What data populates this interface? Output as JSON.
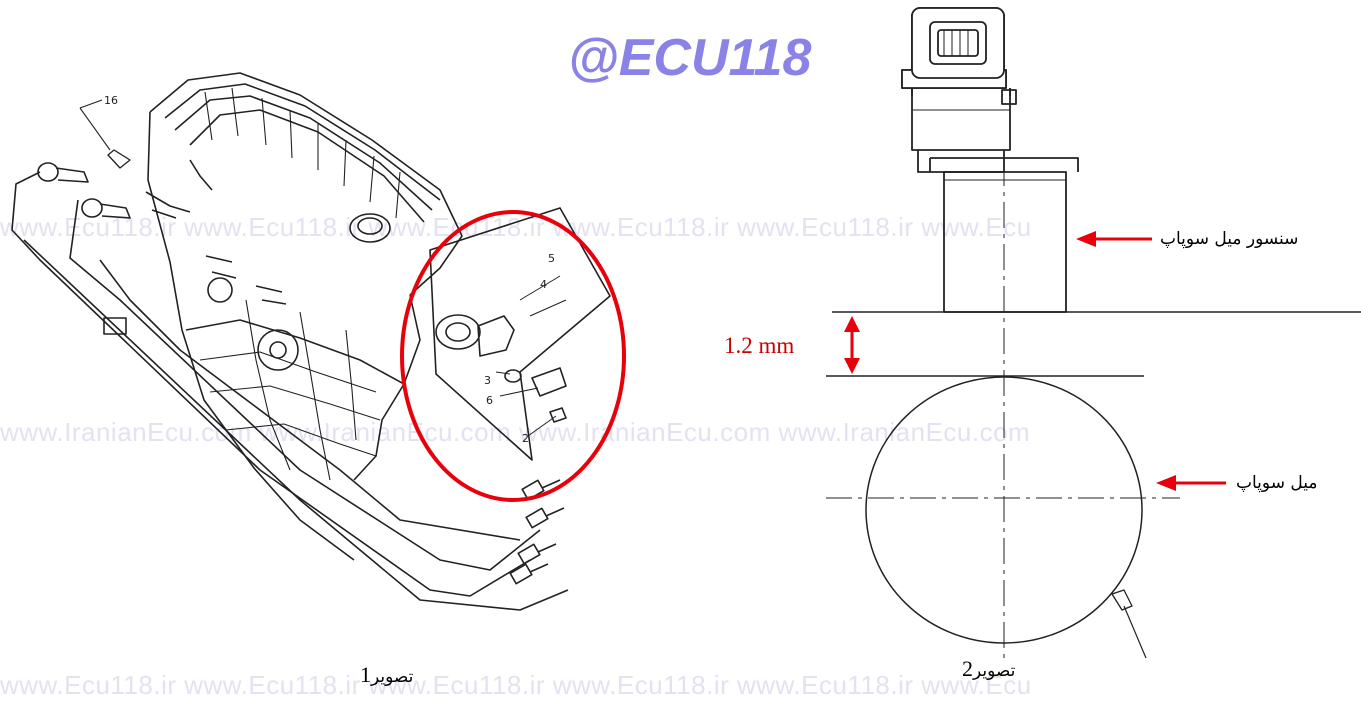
{
  "watermark": {
    "logo": "@ECU118",
    "row1": "www.Ecu118.ir   www.Ecu118.ir   www.Ecu118.ir   www.Ecu118.ir   www.Ecu118.ir   www.Ecu",
    "row2": "www.IranianEcu.com   www.IranianEcu.com   www.IranianEcu.com   www.IranianEcu.com",
    "row3": "www.Ecu118.ir   www.Ecu118.ir   www.Ecu118.ir   www.Ecu118.ir   www.Ecu118.ir   www.Ecu"
  },
  "figure1": {
    "caption_word": "تصویر",
    "caption_number": "1",
    "part_numbers": [
      "16",
      "5",
      "4",
      "3",
      "6",
      "2"
    ]
  },
  "figure2": {
    "caption_word": "تصویر",
    "caption_number": "2",
    "gap_label": "1.2 mm",
    "sensor_label": "سنسور میل سوپاپ",
    "camshaft_label": "میل سوپاپ"
  },
  "colors": {
    "highlight": "#e8000b",
    "dimension": "#cc0000",
    "line_art": "#222222",
    "watermark": "#e2e2f1",
    "logo": "#8a82e6"
  }
}
